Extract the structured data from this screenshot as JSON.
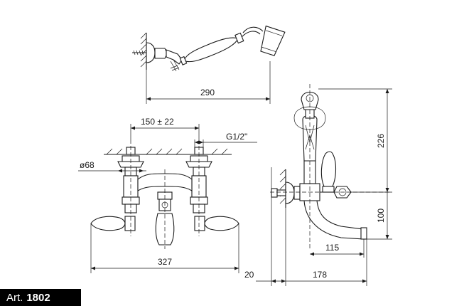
{
  "diagram": {
    "dimensions": {
      "hand_shower_length": "290",
      "centre_distance": "150 ± 22",
      "thread": "G1/2\"",
      "flange_diameter": "ø68",
      "overall_width": "327",
      "height_top": "226",
      "spout_reach": "115",
      "spout_height": "100",
      "wall_offset": "20",
      "side_depth": "178"
    }
  },
  "label": {
    "prefix": "Art.",
    "number": "1802"
  }
}
